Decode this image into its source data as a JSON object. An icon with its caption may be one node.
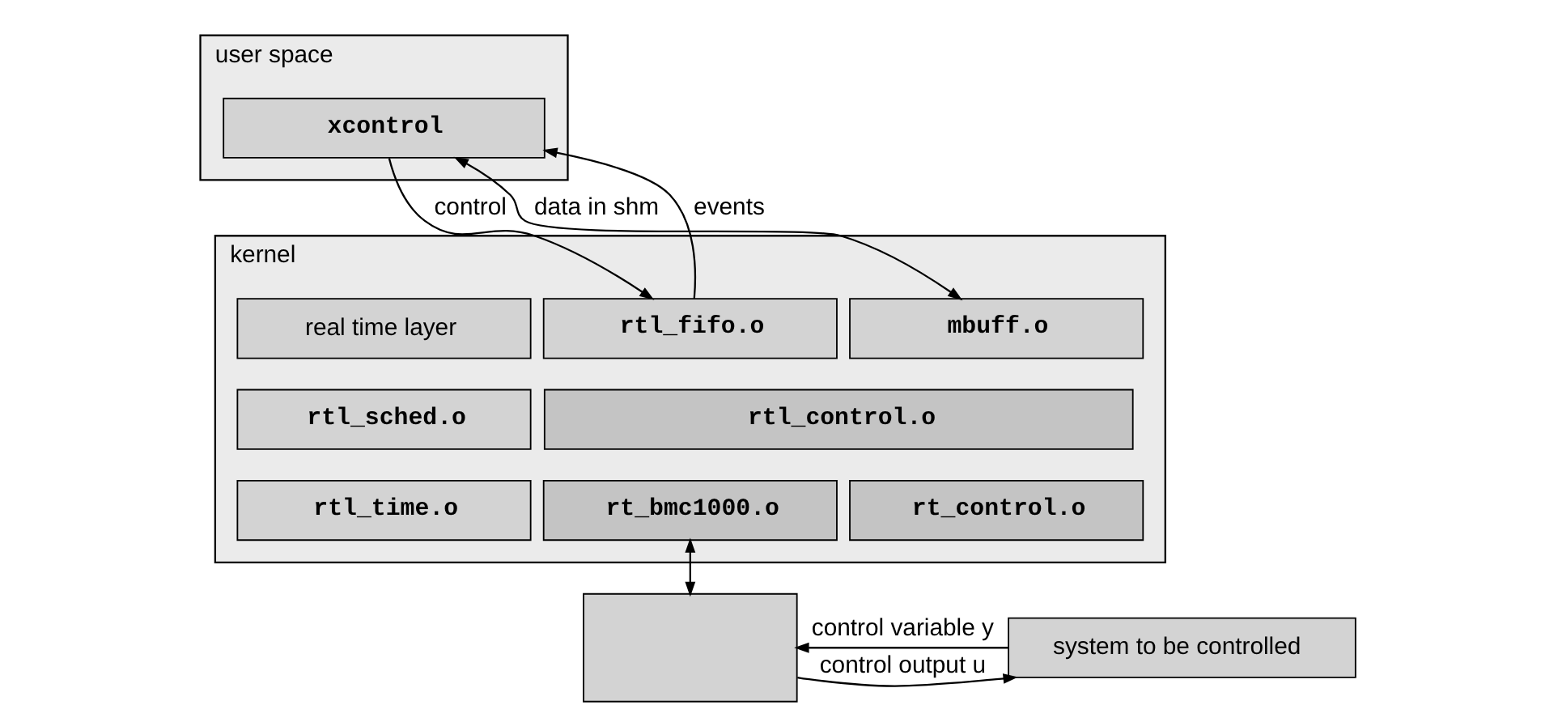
{
  "diagram": {
    "nodes": [
      {
        "text": [
          "user space"
        ]
      },
      {
        "text": [
          "xcontrol"
        ],
        "in": 0
      },
      {
        "text": [
          "kernel"
        ]
      },
      {
        "text": [
          "real time layer"
        ],
        "in": 2
      },
      {
        "text": [
          "rtl_fifo.o"
        ],
        "in": 2
      },
      {
        "text": [
          "mbuff.o"
        ],
        "in": 2
      },
      {
        "text": [
          "rtl_sched.o"
        ],
        "in": 2
      },
      {
        "text": [
          "rtl_control.o"
        ],
        "in": 2
      },
      {
        "text": [
          "rtl_time.o"
        ],
        "in": 2
      },
      {
        "text": [
          "rt_bmc1000.o"
        ],
        "in": 2
      },
      {
        "text": [
          "rt_control.o"
        ],
        "in": 2
      },
      {
        "text": [],
        "shape": "box"
      },
      {
        "text": [
          "system to be controlled"
        ]
      }
    ],
    "edges": [
      {
        "from": 4,
        "to": 1,
        "arrow": "to",
        "label": "events"
      },
      {
        "from": 1,
        "to": 4,
        "arrow": "to",
        "label": "control"
      },
      {
        "from": 1,
        "to": 5,
        "arrow": "both",
        "label": "data in shm"
      },
      {
        "from": 9,
        "to": 11,
        "arrow": "both"
      },
      {
        "from": 11,
        "to": 12,
        "arrow": "to",
        "label": "control output u"
      },
      {
        "from": 12,
        "to": 11,
        "arrow": "to",
        "label": "control variable y"
      }
    ]
  }
}
